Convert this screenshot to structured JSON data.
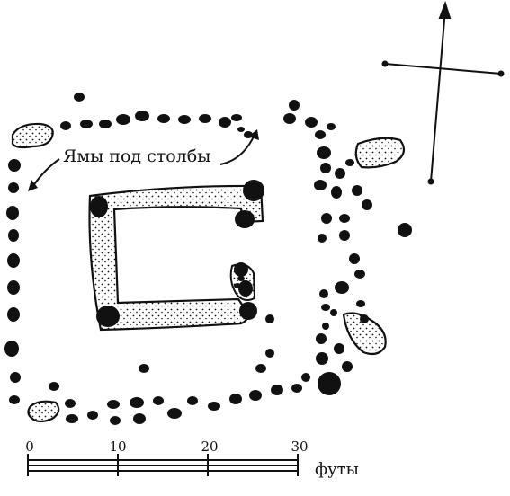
{
  "annotation": "Ямы под столбы",
  "scale": {
    "ticks": [
      "0",
      "10",
      "20",
      "30"
    ],
    "unit": "футы"
  },
  "colors": {
    "ink": "#111111",
    "paper": "#ffffff"
  }
}
